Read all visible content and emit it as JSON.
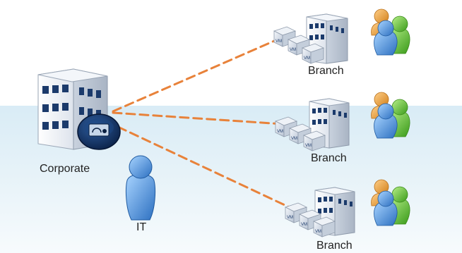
{
  "labels": {
    "corporate": "Corporate",
    "it": "IT",
    "branches": [
      "Branch",
      "Branch",
      "Branch"
    ]
  },
  "icons": {
    "corporate": "office-building-icon",
    "hub": "appliance-dashboard-icon",
    "it_user": "person-icon",
    "branch_building": "office-building-icon",
    "vm_stack": "virtual-machine-stack-icon",
    "users": "user-group-icon",
    "vm_text": "VM"
  },
  "colors": {
    "link": "#e8823a",
    "building": "#dfe5ee",
    "window": "#1b3a6b",
    "hub": "#0f2b56",
    "person_blue": "#3d88d6",
    "person_orange": "#e99a2b",
    "person_green": "#4fb82b"
  }
}
